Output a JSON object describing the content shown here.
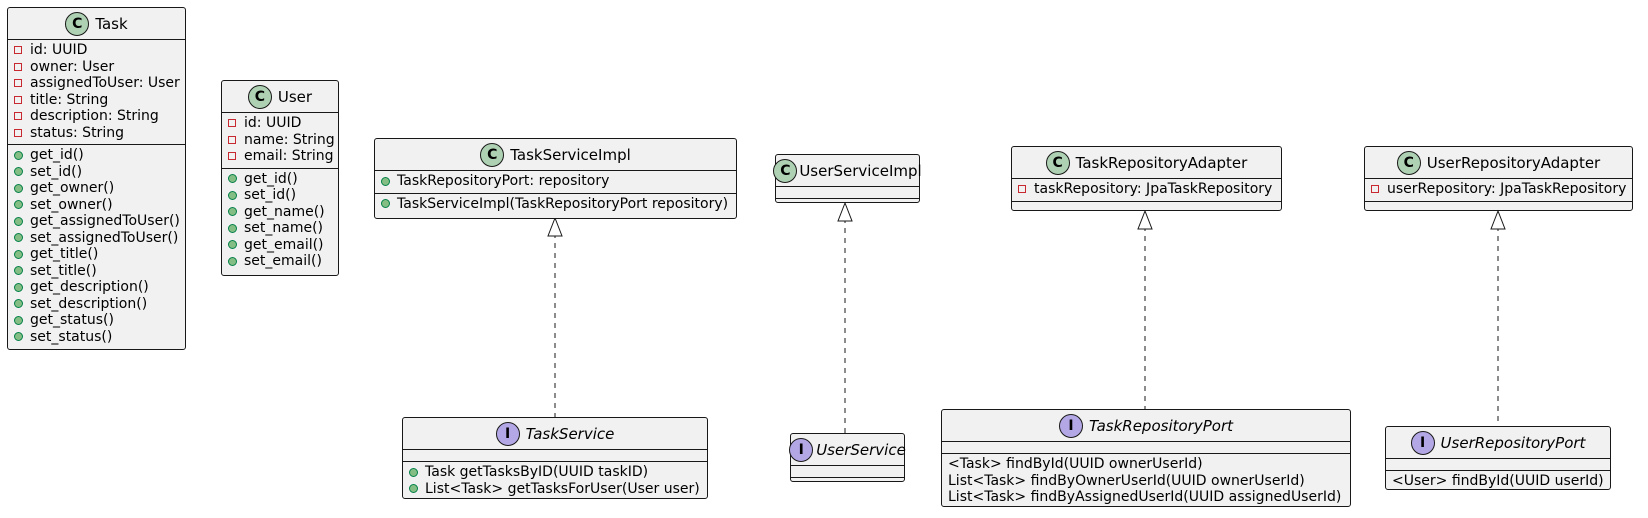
{
  "colors": {
    "box_fill": "#f1f1f1",
    "border": "#181818",
    "class_circle": "#add1b2",
    "interface_circle": "#b4a7e5",
    "private_marker": "#c82930",
    "public_marker": "#84be84"
  },
  "classes": {
    "task": {
      "name": "Task",
      "stereotype": "C",
      "fields": [
        "id: UUID",
        "owner: User",
        "assignedToUser: User",
        "title: String",
        "description: String",
        "status: String"
      ],
      "methods": [
        "get_id()",
        "set_id()",
        "get_owner()",
        "set_owner()",
        "get_assignedToUser()",
        "set_assignedToUser()",
        "get_title()",
        "set_title()",
        "get_description()",
        "set_description()",
        "get_status()",
        "set_status()"
      ]
    },
    "user": {
      "name": "User",
      "stereotype": "C",
      "fields": [
        "id: UUID",
        "name: String",
        "email: String"
      ],
      "methods": [
        "get_id()",
        "set_id()",
        "get_name()",
        "set_name()",
        "get_email()",
        "set_email()"
      ]
    },
    "task_service_impl": {
      "name": "TaskServiceImpl",
      "stereotype": "C",
      "fields": [
        "TaskRepositoryPort: repository"
      ],
      "methods": [
        "TaskServiceImpl(TaskRepositoryPort repository)"
      ]
    },
    "user_service_impl": {
      "name": "UserServiceImpl",
      "stereotype": "C",
      "fields": [],
      "methods": []
    },
    "task_repository_adapter": {
      "name": "TaskRepositoryAdapter",
      "stereotype": "C",
      "fields": [
        "taskRepository: JpaTaskRepository"
      ],
      "methods": []
    },
    "user_repository_adapter": {
      "name": "UserRepositoryAdapter",
      "stereotype": "C",
      "fields": [
        "userRepository: JpaTaskRepository"
      ],
      "methods": []
    },
    "task_service": {
      "name": "TaskService",
      "stereotype": "I",
      "fields": [],
      "methods": [
        "Task getTasksByID(UUID taskID)",
        "List<Task> getTasksForUser(User user)"
      ]
    },
    "user_service": {
      "name": "UserService",
      "stereotype": "I",
      "fields": [],
      "methods": []
    },
    "task_repository_port": {
      "name": "TaskRepositoryPort",
      "stereotype": "I",
      "fields": [],
      "methods": [
        "<Task> findById(UUID ownerUserId)",
        "List<Task> findByOwnerUserId(UUID ownerUserId)",
        "List<Task> findByAssignedUserId(UUID assignedUserId)"
      ]
    },
    "user_repository_port": {
      "name": "UserRepositoryPort",
      "stereotype": "I",
      "fields": [],
      "methods": [
        "<User> findById(UUID userId)"
      ]
    }
  }
}
